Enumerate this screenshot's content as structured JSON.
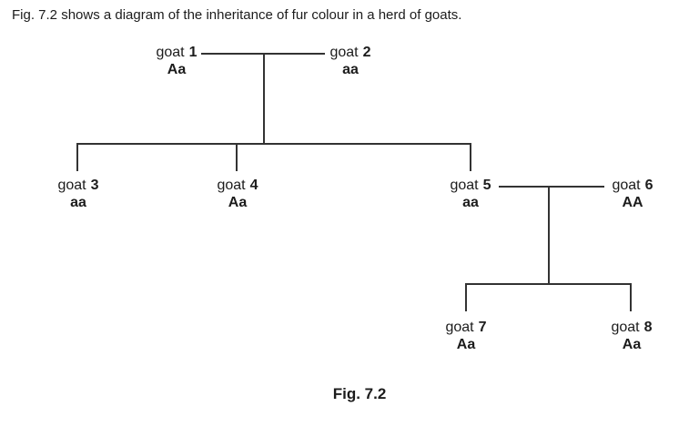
{
  "intro": "Fig. 7.2 shows a diagram of the inheritance of fur colour in a herd of goats.",
  "figure_caption": "Fig. 7.2",
  "goats": [
    {
      "species": "goat",
      "number": "1",
      "genotype": "Aa"
    },
    {
      "species": "goat",
      "number": "2",
      "genotype": "aa"
    },
    {
      "species": "goat",
      "number": "3",
      "genotype": "aa"
    },
    {
      "species": "goat",
      "number": "4",
      "genotype": "Aa"
    },
    {
      "species": "goat",
      "number": "5",
      "genotype": "aa"
    },
    {
      "species": "goat",
      "number": "6",
      "genotype": "AA"
    },
    {
      "species": "goat",
      "number": "7",
      "genotype": "Aa"
    },
    {
      "species": "goat",
      "number": "8",
      "genotype": "Aa"
    }
  ],
  "pedigree": {
    "matings": [
      {
        "parents": [
          "goat 1",
          "goat 2"
        ],
        "offspring": [
          "goat 3",
          "goat 4",
          "goat 5"
        ]
      },
      {
        "parents": [
          "goat 5",
          "goat 6"
        ],
        "offspring": [
          "goat 7",
          "goat 8"
        ]
      }
    ]
  },
  "colors": {
    "line": "#333333",
    "text": "#1c1c1c",
    "background": "#ffffff"
  }
}
